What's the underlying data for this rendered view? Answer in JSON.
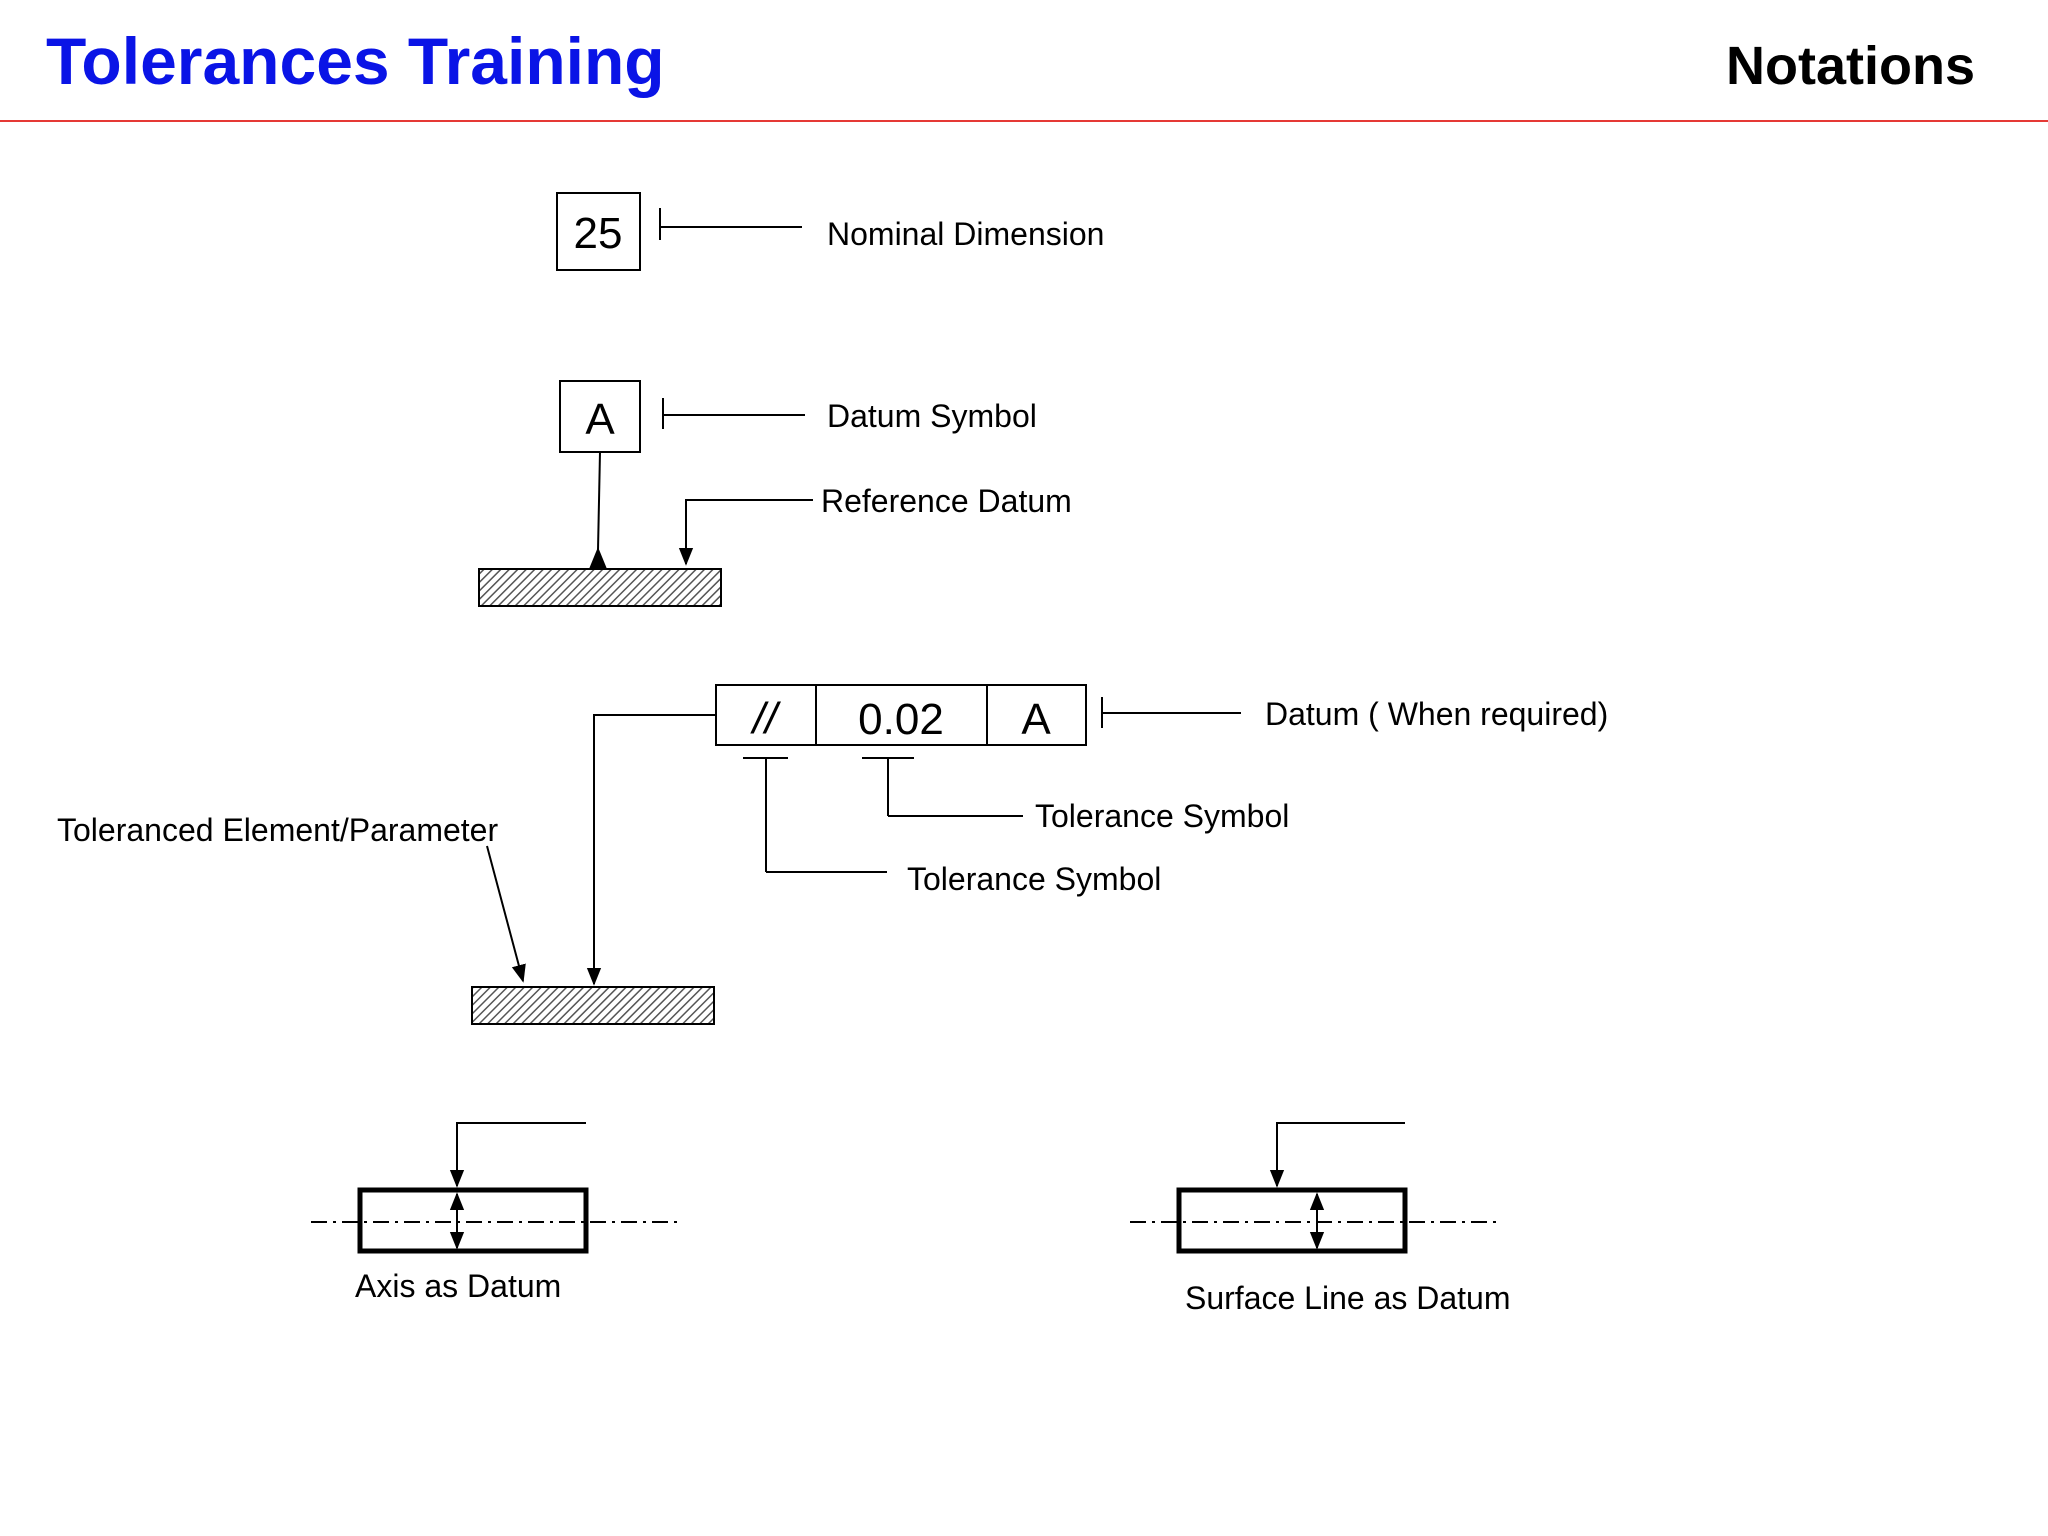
{
  "header": {
    "title": "Tolerances Training",
    "section": "Notations",
    "title_color": "#0a14e6",
    "rule_color": "#e53935"
  },
  "diagram": {
    "nominal": {
      "box_value": "25",
      "label": "Nominal Dimension"
    },
    "datum": {
      "box_letter": "A",
      "label": "Datum Symbol",
      "reference_label": "Reference Datum"
    },
    "frame": {
      "symbol": "//",
      "tolerance_value": "0.02",
      "datum_letter": "A",
      "datum_label": "Datum ( When required)",
      "tolerance_symbol_label_1": "Tolerance Symbol",
      "tolerance_symbol_label_2": "Tolerance Symbol",
      "element_label": "Toleranced Element/Parameter"
    },
    "axis_datum_label": "Axis as Datum",
    "surface_datum_label": "Surface Line as Datum"
  }
}
